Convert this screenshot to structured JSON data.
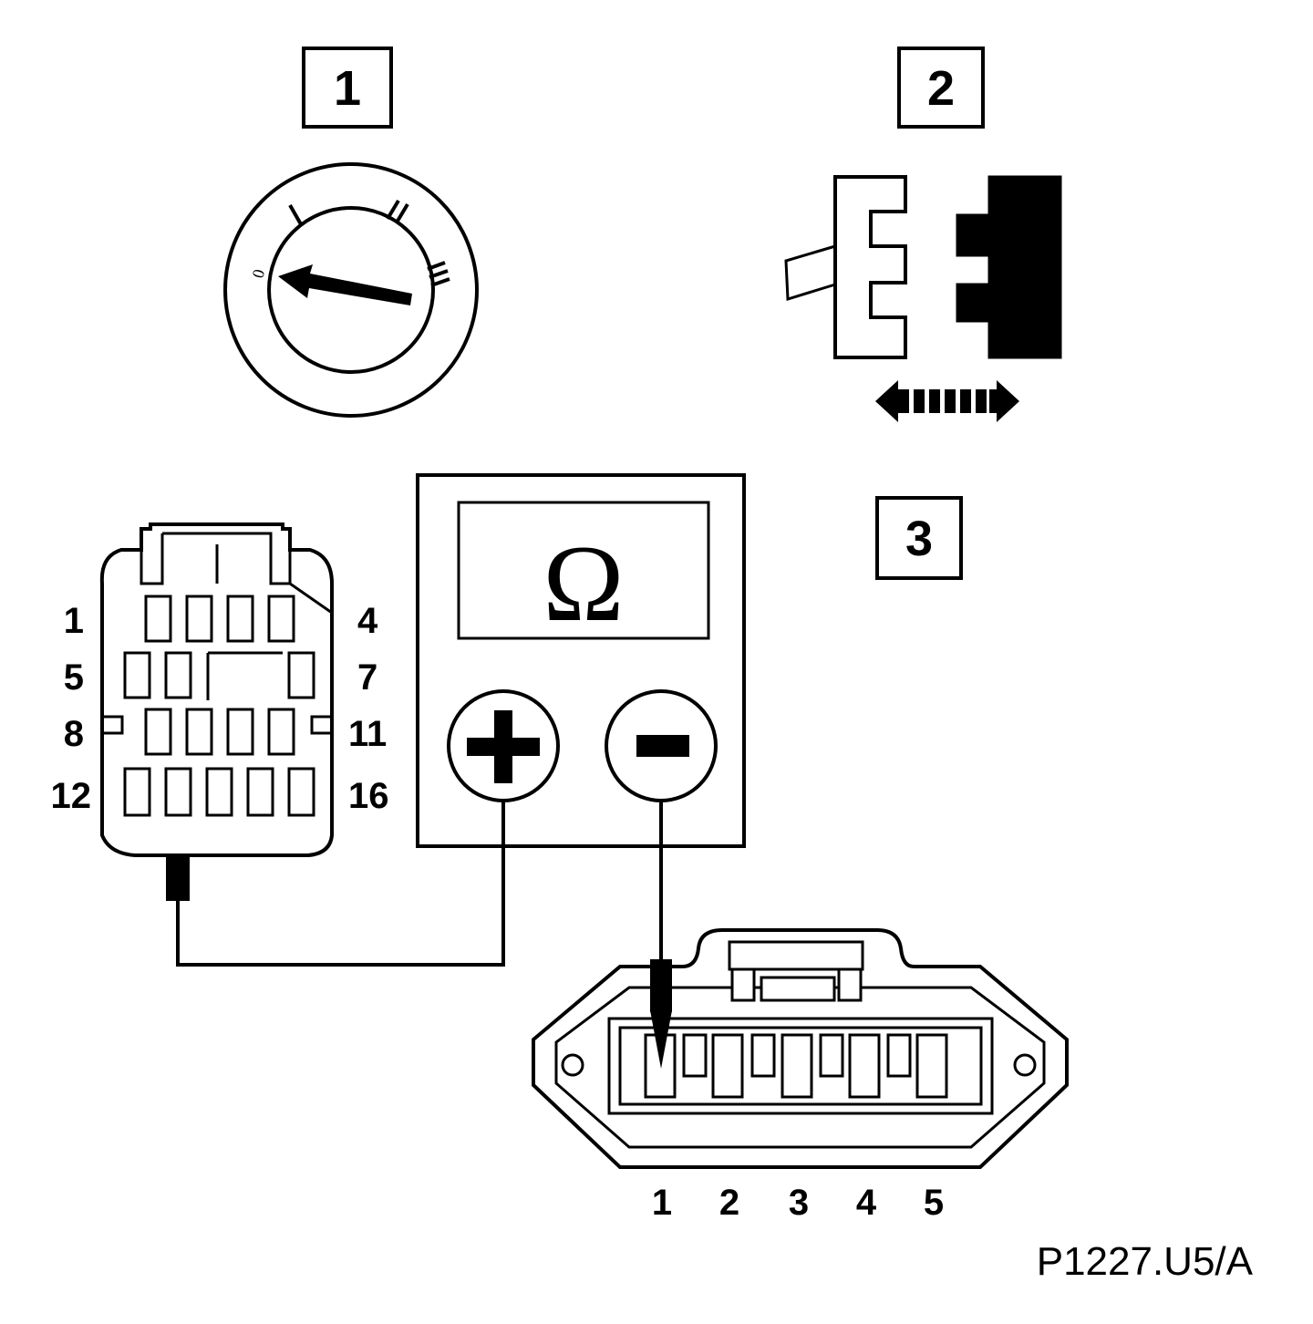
{
  "steps": [
    {
      "number": "1"
    },
    {
      "number": "2"
    },
    {
      "number": "3"
    }
  ],
  "switch_positions": [
    "0",
    "I",
    "II",
    "III"
  ],
  "meter": {
    "symbol": "Ω",
    "positive_terminal": "+",
    "negative_terminal": "−"
  },
  "connector_16pin": {
    "row_labels_left": [
      "1",
      "5",
      "8",
      "12"
    ],
    "row_labels_right": [
      "4",
      "7",
      "11",
      "16"
    ]
  },
  "connector_5pin": {
    "pin_labels": [
      "1",
      "2",
      "3",
      "4",
      "5"
    ]
  },
  "reference": "P1227.U5/A"
}
